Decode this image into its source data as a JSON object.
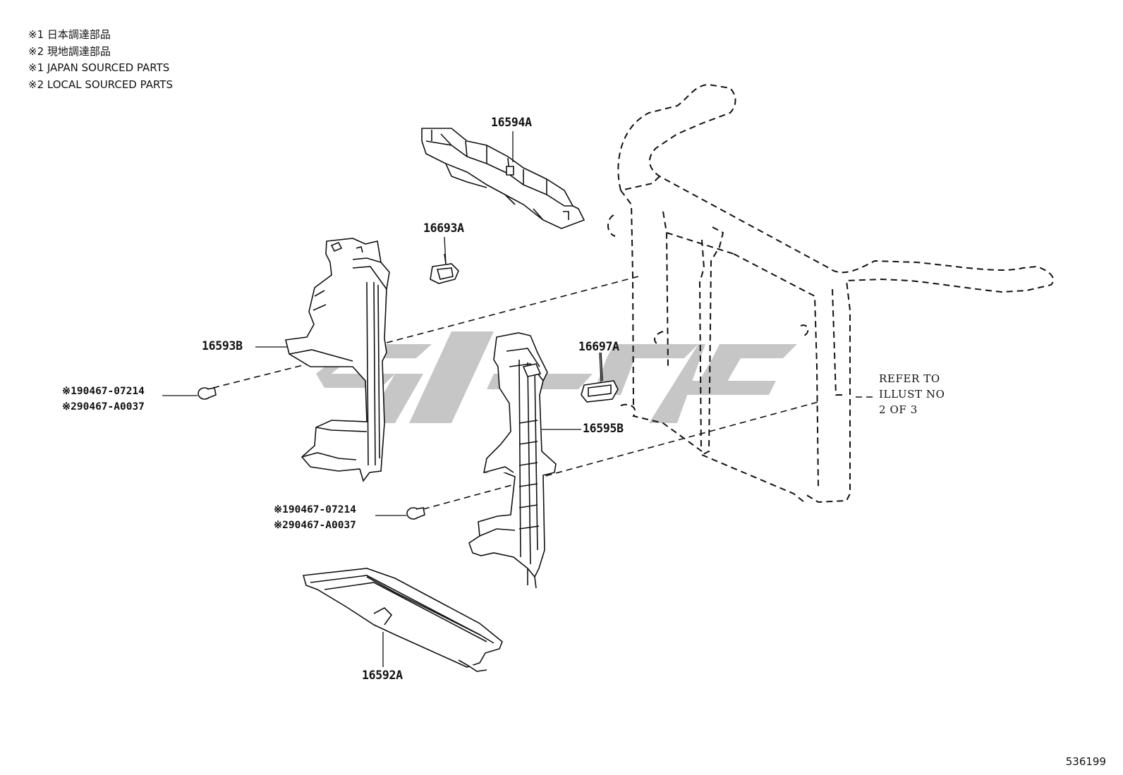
{
  "notes": [
    "※1 日本調達部品",
    "※2 現地調達部品",
    "※1 JAPAN SOURCED PARTS",
    "※2 LOCAL SOURCED PARTS"
  ],
  "parts": {
    "p16594A": "16594A",
    "p16693A": "16693A",
    "p16593B": "16593B",
    "p16697A": "16697A",
    "p16595B": "16595B",
    "p16592A": "16592A"
  },
  "fasteners": {
    "upper": {
      "line1": "※190467-07214",
      "line2": "※290467-A0037"
    },
    "lower": {
      "line1": "※190467-07214",
      "line2": "※290467-A0037"
    }
  },
  "refer": [
    "REFER TO",
    "ILLUST NO",
    "2 OF 3"
  ],
  "diagram_id": "536199",
  "colors": {
    "line": "#111111",
    "watermark": "#bdbdbd"
  }
}
